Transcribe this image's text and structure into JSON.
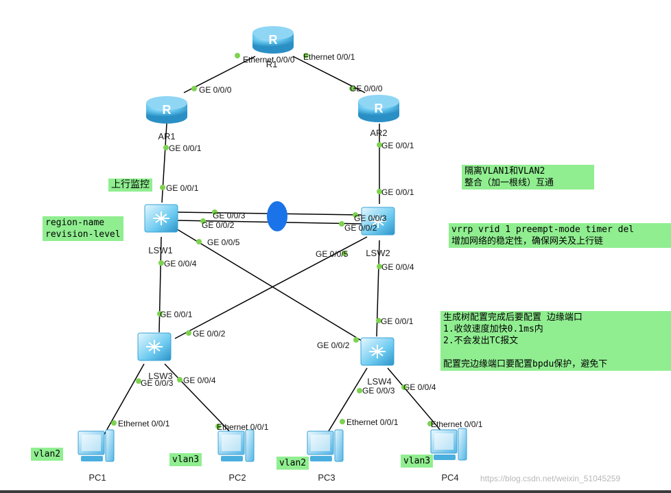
{
  "devices": {
    "r1": "R1",
    "ar1": "AR1",
    "ar2": "AR2",
    "lsw1": "LSW1",
    "lsw2": "LSW2",
    "lsw3": "LSW3",
    "lsw4": "LSW4",
    "pc1": "PC1",
    "pc2": "PC2",
    "pc3": "PC3",
    "pc4": "PC4"
  },
  "ports": {
    "r1_left": "Ethernet 0/0/0",
    "r1_right": "Ethernet 0/0/1",
    "ar1_up": "GE 0/0/0",
    "ar2_up": "GE 0/0/0",
    "ar1_down": "GE 0/0/1",
    "ar2_down": "GE 0/0/1",
    "lsw1_up": "GE 0/0/1",
    "lsw2_up": "GE 0/0/1",
    "lsw1_p3": "GE 0/0/3",
    "lsw1_p2": "GE 0/0/2",
    "lsw1_p5": "GE 0/0/5",
    "lsw1_p4": "GE 0/0/4",
    "lsw2_p3": "GE 0/0/3",
    "lsw2_p2": "GE 0/0/2",
    "lsw2_p5": "GE 0/0/5",
    "lsw2_p4": "GE 0/0/4",
    "lsw3_p1": "GE 0/0/1",
    "lsw3_p2": "GE 0/0/2",
    "lsw3_p3": "GE 0/0/3",
    "lsw3_p4": "GE 0/0/4",
    "lsw4_p1": "GE 0/0/1",
    "lsw4_p2": "GE 0/0/2",
    "lsw4_p3": "GE 0/0/3",
    "lsw4_p4": "GE 0/0/4",
    "pc1_eth": "Ethernet 0/0/1",
    "pc2_eth": "Ethernet 0/0/1",
    "pc3_eth": "Ethernet 0/0/1",
    "pc4_eth": "Ethernet 0/0/1"
  },
  "notes": {
    "uplink_monitor": "上行监控",
    "region": "region-name\nrevision-level",
    "isolate": "隔离VLAN1和VLAN2\n整合（加一根线）互通",
    "vrrp": "vrrp vrid 1 preempt-mode timer del\n增加网络的稳定性，确保网关及上行链",
    "stp": "生成树配置完成后要配置 边缘端口\n1.收敛速度加快0.1ms内\n2.不会发出TC报文\n\n配置完边缘端口要配置bpdu保护，避免下",
    "vlan_pc1": "vlan2",
    "vlan_pc2": "vlan3",
    "vlan_pc3": "vlan2",
    "vlan_pc4": "vlan3"
  },
  "watermark": "https://blog.csdn.net/weixin_51045259",
  "colors": {
    "router": "#4fb8e8",
    "switch": "#5ec3ea",
    "link": "#000000",
    "port_dot": "#7dd34f",
    "note_bg": "#90ee90",
    "eth_trunk": "#1a73e8"
  }
}
